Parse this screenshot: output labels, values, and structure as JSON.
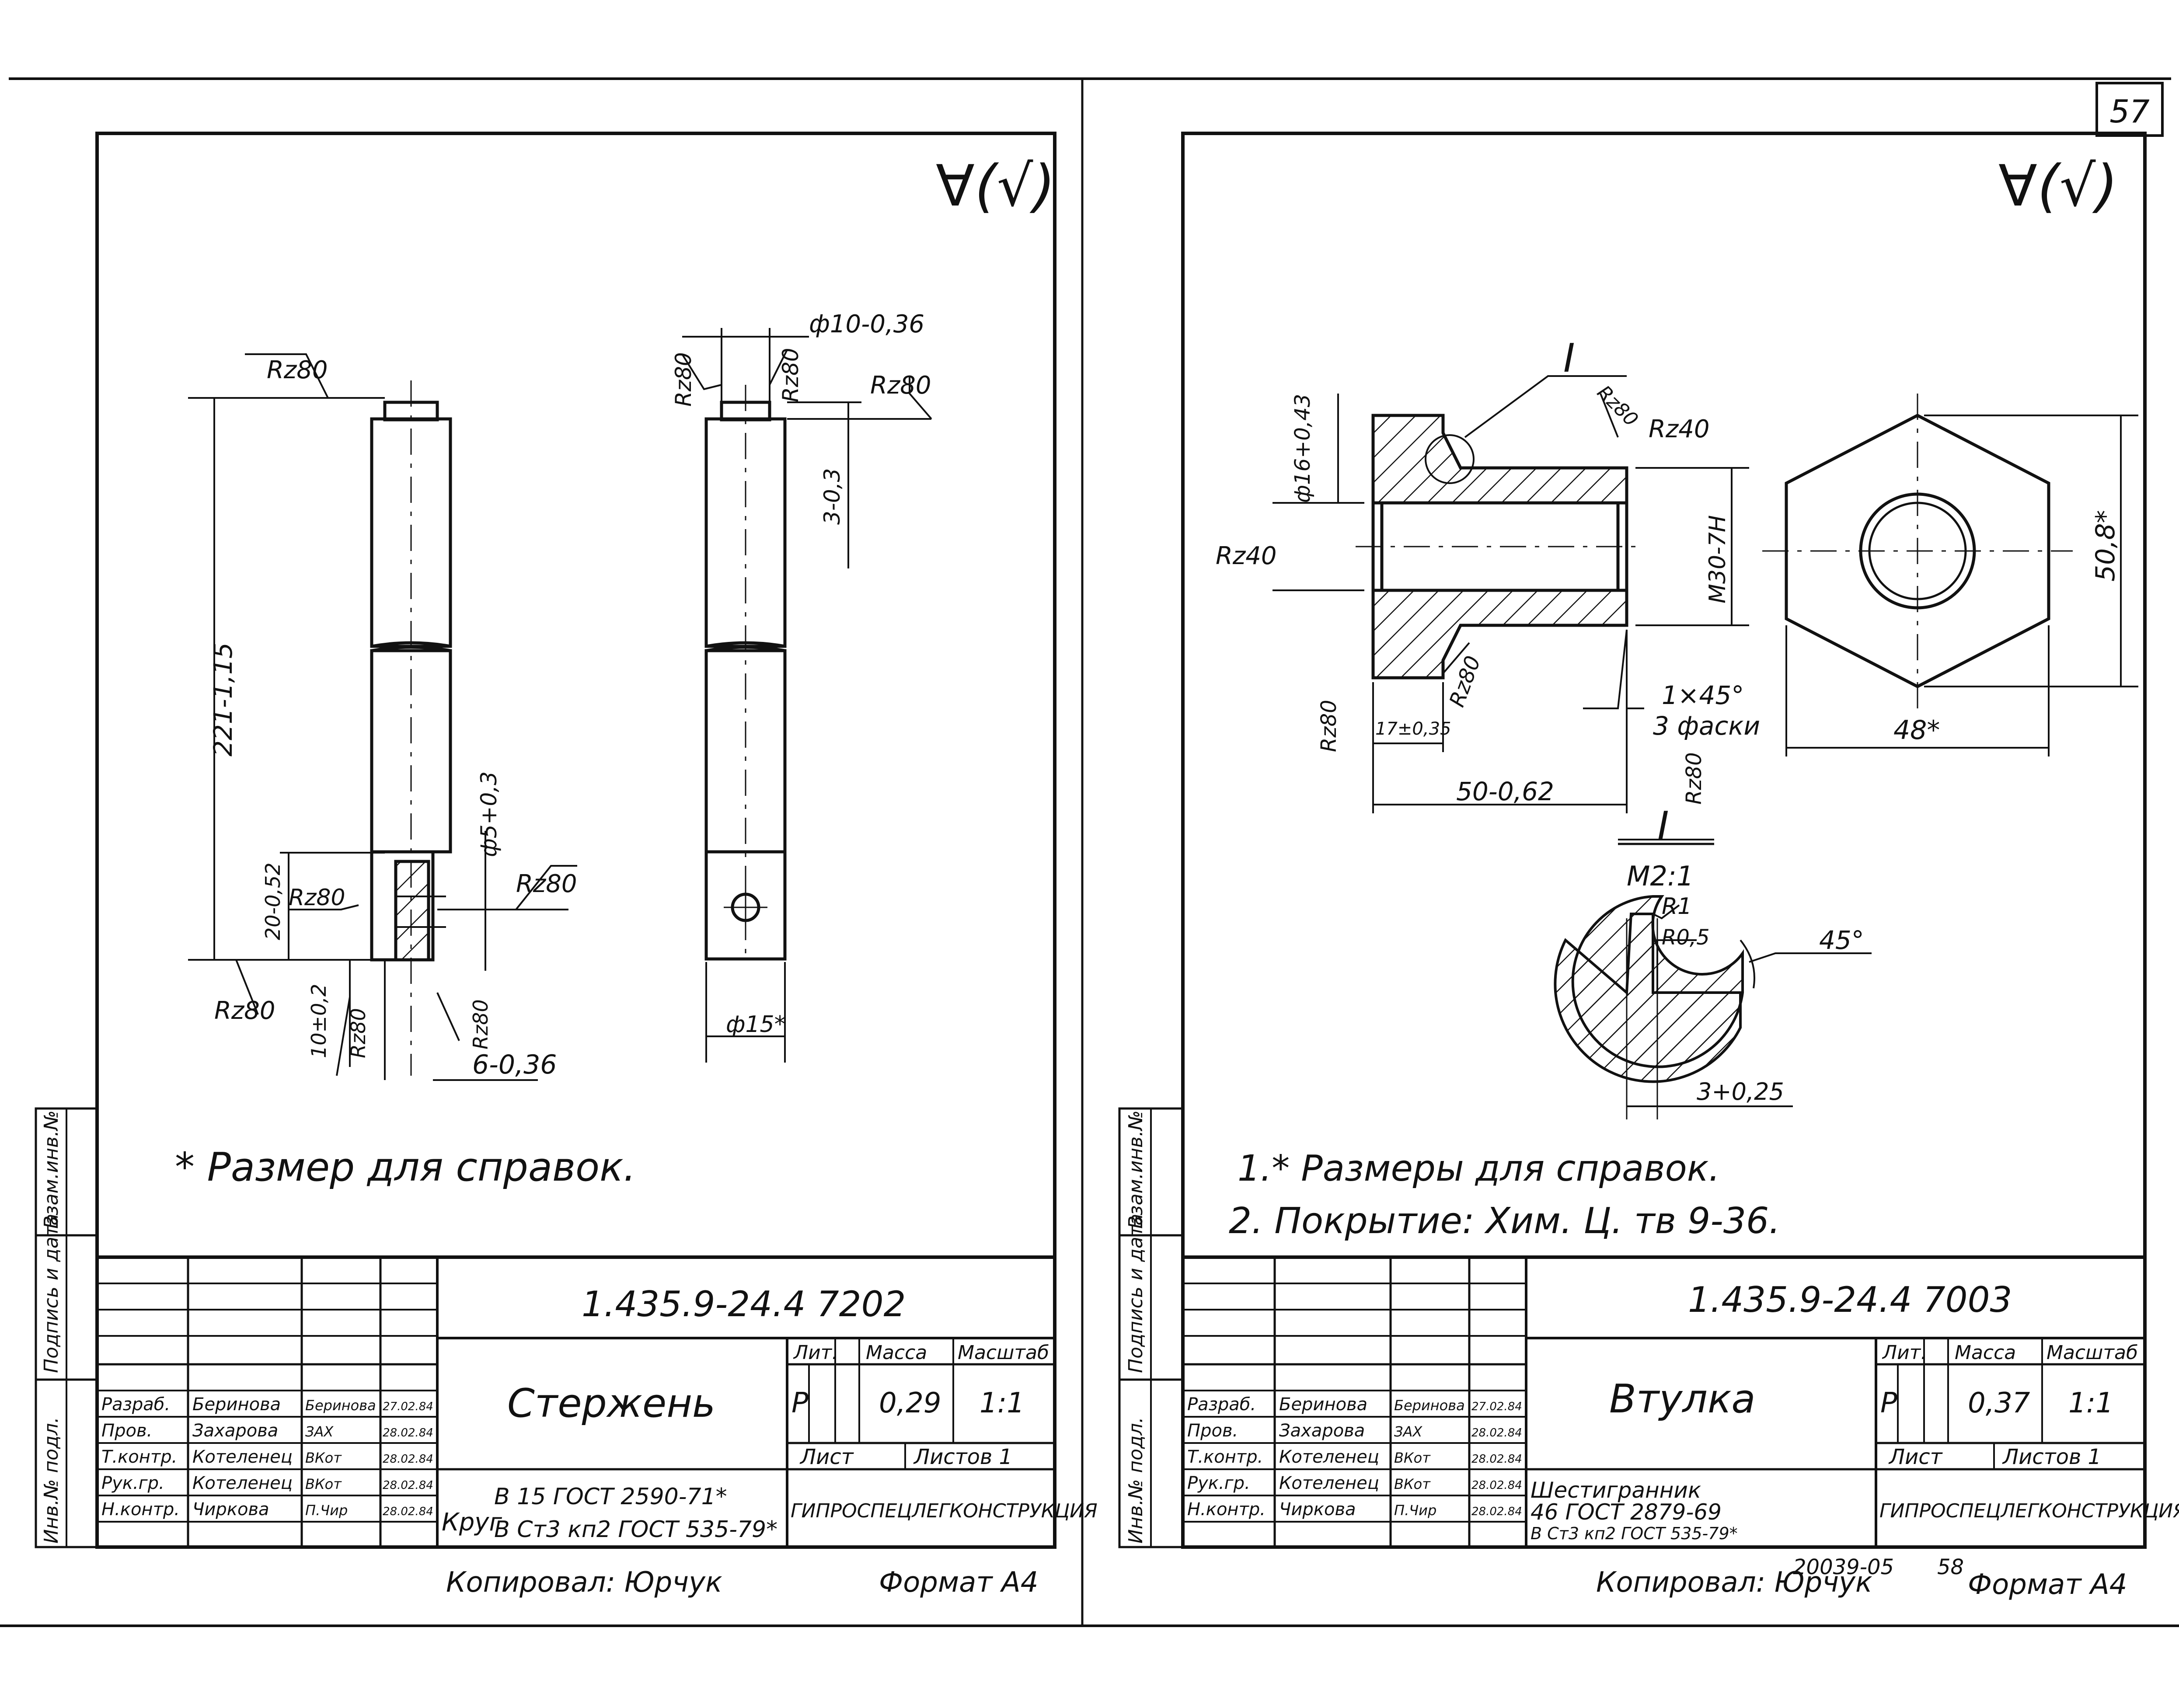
{
  "page_number": "57",
  "scan_footer_code": "20039-05",
  "scan_footer_page": "58",
  "left_sheet": {
    "roughness_sign": "∀(√)",
    "note": "* Размер для справок.",
    "dims": {
      "rz80_top": "Rz80",
      "length": "221-1,15",
      "dia_hole": "ф5+0,3",
      "rz80_mid": "Rz80",
      "len_20": "20-0,52",
      "rz80_lower": "Rz80",
      "rz80_left_bottom": "Rz80",
      "pos_10": "10±0,2",
      "rz80_b1": "Rz80",
      "rz80_b2": "Rz80",
      "width_6": "6-0,36",
      "dia_10": "ф10-0,36",
      "rz80_side1": "Rz80",
      "rz80_side2": "Rz80",
      "rz80_side3": "Rz80",
      "len_3": "3-0,3",
      "dia_15": "ф15*"
    },
    "title_block": {
      "code": "1.435.9-24.4  7202",
      "name": "Стержень",
      "col_lit": "Лит.",
      "col_mass": "Масса",
      "col_scale": "Масштаб",
      "lit": "Р",
      "mass": "0,29",
      "scale": "1:1",
      "sheet": "Лист",
      "sheets": "Листов 1",
      "material_prefix": "Круг",
      "material_1": "В 15 ГОСТ 2590-71*",
      "material_2": "В Ст3 кп2 ГОСТ 535-79*",
      "org": "ГИПРОСПЕЦЛЕГКОНСТРУКЦИЯ",
      "copied": "Копировал: Юрчук",
      "format": "Формат А4",
      "rows": [
        {
          "role": "Разраб.",
          "name": "Беринова",
          "sign": "Беринова",
          "date": "27.02.84"
        },
        {
          "role": "Пров.",
          "name": "Захарова",
          "sign": "ЗАХ",
          "date": "28.02.84"
        },
        {
          "role": "Т.контр.",
          "name": "Котеленец",
          "sign": "ВКот",
          "date": "28.02.84"
        },
        {
          "role": "Рук.гр.",
          "name": "Котеленец",
          "sign": "ВКот",
          "date": "28.02.84"
        },
        {
          "role": "Н.контр.",
          "name": "Чиркова",
          "sign": "П.Чир",
          "date": "28.02.84"
        }
      ]
    },
    "side_labels": [
      "Взам.инв.№",
      "Подпись и дата",
      "Инв.№ подл."
    ]
  },
  "right_sheet": {
    "roughness_sign": "∀(√)",
    "note_1": "1.* Размеры для справок.",
    "note_2": "2. Покрытие: Хим. Ц. тв 9-36.",
    "dims": {
      "section_mark": "I",
      "dia_16": "ф16+0,43",
      "rz80_a": "Rz80",
      "rz40_a": "Rz40",
      "rz40_b": "Rz40",
      "thread": "М30-7Н",
      "rz80_left": "Rz80",
      "len_17": "17±0,35",
      "rz80_c": "Rz80",
      "chamfer_1": "1×45°",
      "chamfer_2": "3 фаски",
      "rz80_d": "Rz80",
      "len_50": "50-0,62",
      "section_mark_2": "I",
      "detail_scale": "М2:1",
      "r1": "R1",
      "r05": "R0,5",
      "angle": "45°",
      "groove": "3+0,25",
      "across_flats": "50,8*",
      "width_48": "48*"
    },
    "title_block": {
      "code": "1.435.9-24.4  7003",
      "name": "Втулка",
      "col_lit": "Лит.",
      "col_mass": "Масса",
      "col_scale": "Масштаб",
      "lit": "Р",
      "mass": "0,37",
      "scale": "1:1",
      "sheet": "Лист",
      "sheets": "Листов 1",
      "material_1": "Шестигранник",
      "material_2": "46 ГОСТ 2879-69",
      "material_3": "В Ст3 кп2 ГОСТ 535-79*",
      "org": "ГИПРОСПЕЦЛЕГКОНСТРУКЦИЯ",
      "copied": "Копировал: Юрчук",
      "format": "Формат А4",
      "rows": [
        {
          "role": "Разраб.",
          "name": "Беринова",
          "sign": "Беринова",
          "date": "27.02.84"
        },
        {
          "role": "Пров.",
          "name": "Захарова",
          "sign": "ЗАХ",
          "date": "28.02.84"
        },
        {
          "role": "Т.контр.",
          "name": "Котеленец",
          "sign": "ВКот",
          "date": "28.02.84"
        },
        {
          "role": "Рук.гр.",
          "name": "Котеленец",
          "sign": "ВКот",
          "date": "28.02.84"
        },
        {
          "role": "Н.контр.",
          "name": "Чиркова",
          "sign": "П.Чир",
          "date": "28.02.84"
        }
      ]
    },
    "side_labels": [
      "Взам.инв.№",
      "Подпись и дата",
      "Инв.№ подл."
    ]
  }
}
